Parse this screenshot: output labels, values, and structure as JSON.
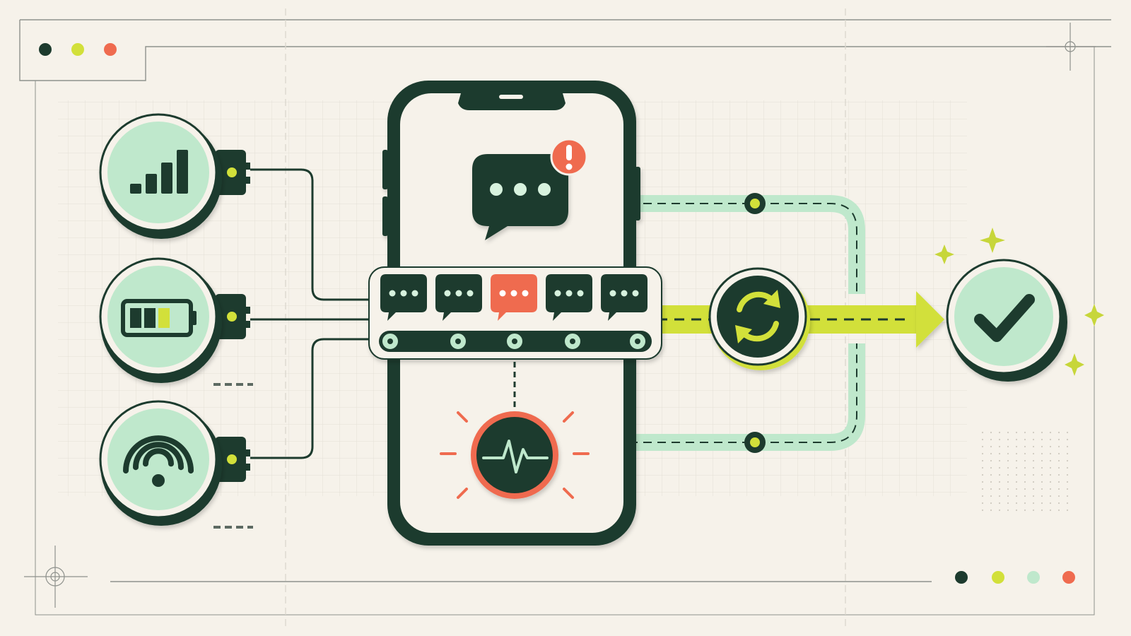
{
  "colors": {
    "background": "#f6f2ea",
    "dark_green": "#1d3b2e",
    "mint": "#bfe8cc",
    "mint_light": "#d7f2de",
    "lime": "#d2e03a",
    "coral": "#ef6b4f",
    "grid": "#e7e3da",
    "frame_line": "#8e918c"
  },
  "window": {
    "dots": [
      "dark_green",
      "lime",
      "coral"
    ]
  },
  "sources": [
    {
      "icon": "signal-bars-icon",
      "state": "connected"
    },
    {
      "icon": "battery-icon",
      "state": "connected"
    },
    {
      "icon": "wifi-icon",
      "state": "connected"
    }
  ],
  "phone": {
    "notification_icon": "chat-bubble-icon",
    "alert_icon": "exclamation-icon",
    "queue": [
      {
        "icon": "chat-dots-icon",
        "status": "normal"
      },
      {
        "icon": "chat-dots-icon",
        "status": "normal"
      },
      {
        "icon": "chat-dots-icon",
        "status": "alert"
      },
      {
        "icon": "chat-dots-icon",
        "status": "normal"
      },
      {
        "icon": "chat-dots-icon",
        "status": "normal"
      }
    ],
    "monitor_icon": "heartbeat-icon"
  },
  "flow": {
    "process_icon": "sync-arrows-icon",
    "result_icon": "checkmark-icon"
  },
  "legend_dots": [
    "dark_green",
    "lime",
    "mint",
    "coral"
  ]
}
